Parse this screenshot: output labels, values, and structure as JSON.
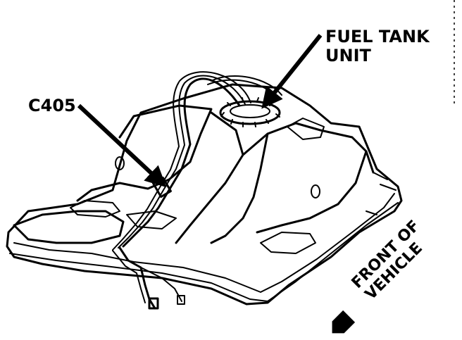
{
  "labels": {
    "fuel_tank_line1": "FUEL TANK",
    "fuel_tank_line2": "UNIT",
    "connector": "C405",
    "front_line1": "FRONT OF",
    "front_line2": "VEHICLE"
  },
  "colors": {
    "ink": "#000000",
    "paper": "#ffffff"
  },
  "icons": [
    "leader-arrow",
    "front-direction-arrow"
  ]
}
